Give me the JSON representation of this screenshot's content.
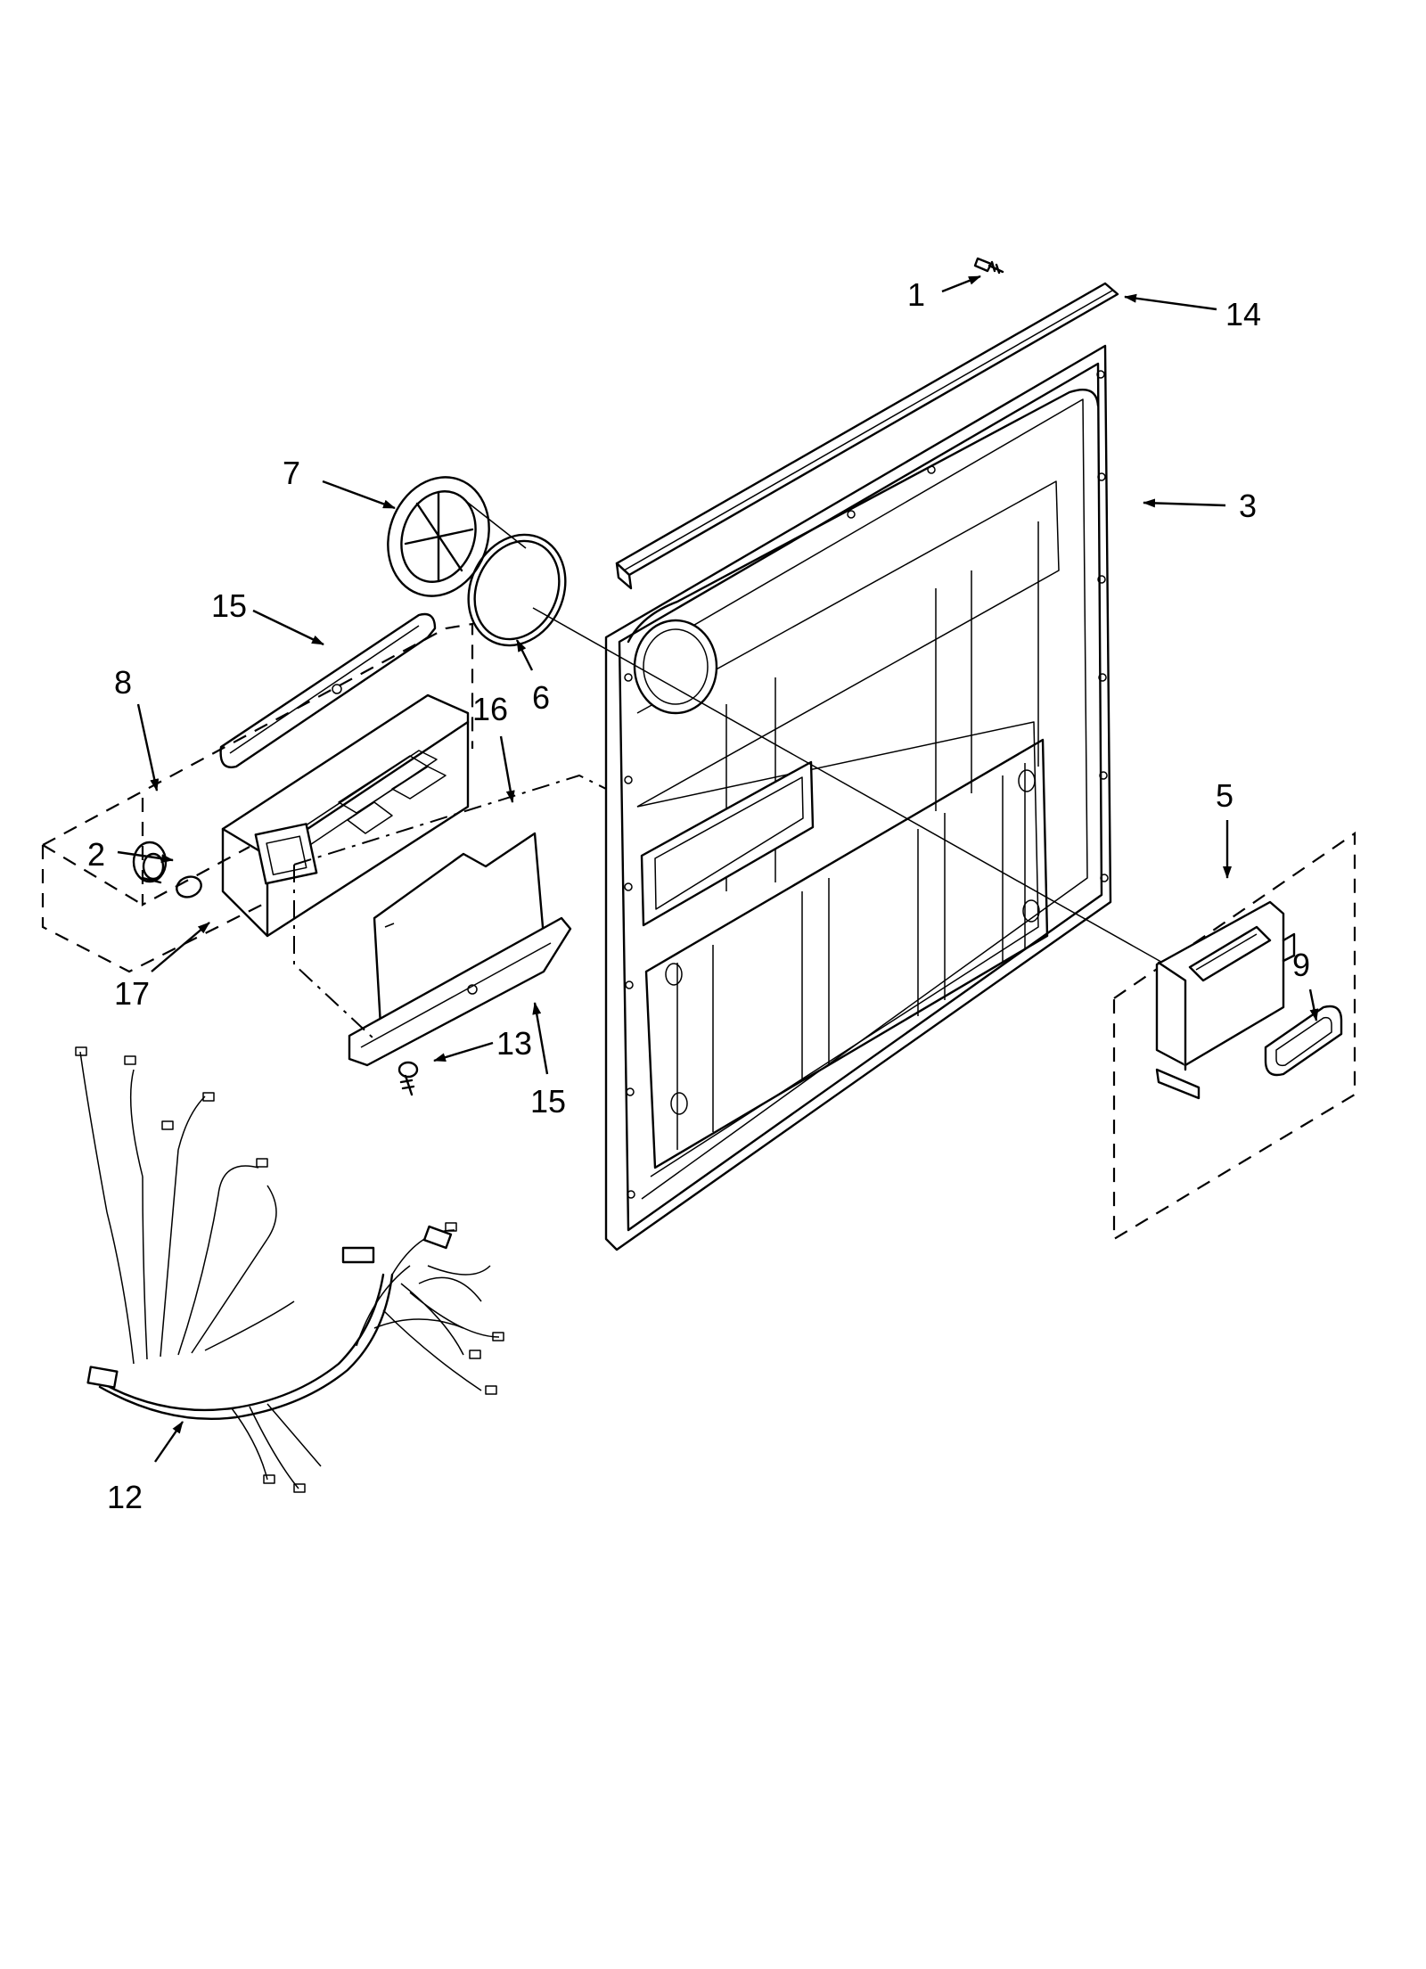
{
  "callouts": {
    "c1": "1",
    "c14": "14",
    "c3": "3",
    "c7": "7",
    "c15_top": "15",
    "c6": "6",
    "c8": "8",
    "c16": "16",
    "c2": "2",
    "c17": "17",
    "c5": "5",
    "c9": "9",
    "c13": "13",
    "c15_bottom": "15",
    "c12": "12"
  }
}
